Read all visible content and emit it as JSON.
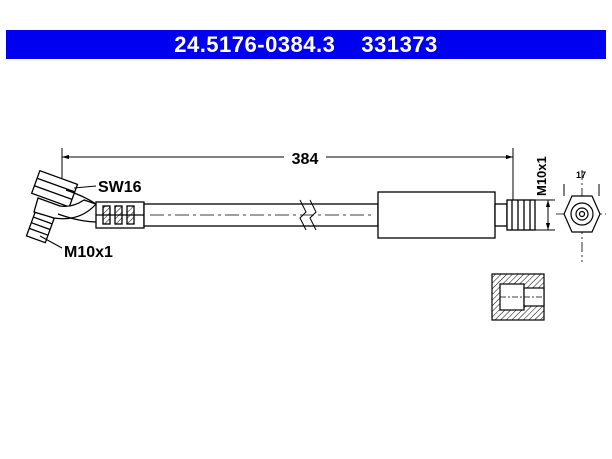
{
  "header": {
    "part_number": "24.5176-0384.3",
    "ref_number": "331373",
    "background": "#0000f0"
  },
  "drawing": {
    "length_label": "384",
    "wrench_size_label": "SW16",
    "thread_label_left": "M10x1",
    "thread_label_right": "M10x1",
    "end_view_label": "17"
  }
}
